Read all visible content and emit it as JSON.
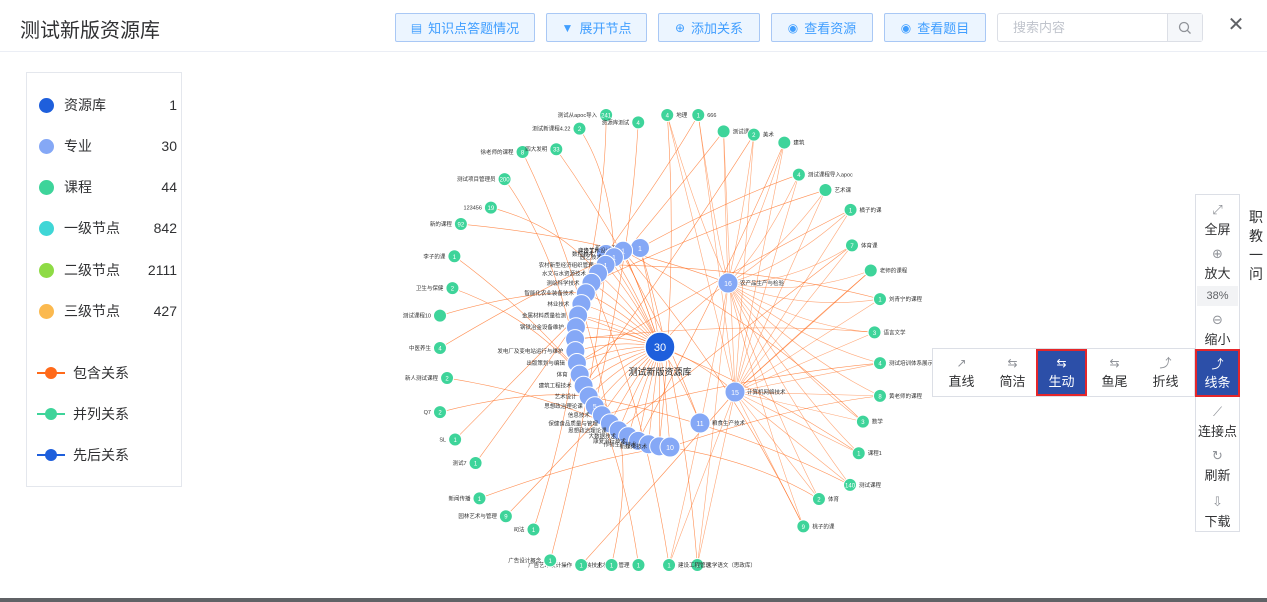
{
  "header": {
    "title": "测试新版资源库",
    "buttons": [
      {
        "label": "知识点答题情况",
        "icon": "document-icon"
      },
      {
        "label": "展开节点",
        "icon": "caret-down-icon"
      },
      {
        "label": "添加关系",
        "icon": "plus-circle-icon"
      },
      {
        "label": "查看资源",
        "icon": "eye-icon"
      },
      {
        "label": "查看题目",
        "icon": "eye-icon"
      }
    ],
    "search": {
      "placeholder": "搜索内容",
      "value": ""
    },
    "close_icon": "close-icon"
  },
  "legend": {
    "nodes": [
      {
        "label": "资源库",
        "count": "1",
        "color": "#1e5fdc"
      },
      {
        "label": "专业",
        "count": "30",
        "color": "#85a8f6"
      },
      {
        "label": "课程",
        "count": "44",
        "color": "#3ed49a"
      },
      {
        "label": "一级节点",
        "count": "842",
        "color": "#3fd6d6"
      },
      {
        "label": "二级节点",
        "count": "2111",
        "color": "#8edb45"
      },
      {
        "label": "三级节点",
        "count": "427",
        "color": "#fbb94f"
      }
    ],
    "relations": [
      {
        "label": "包含关系",
        "color": "#ff6a1a"
      },
      {
        "label": "并列关系",
        "color": "#3ed49a"
      },
      {
        "label": "先后关系",
        "color": "#1e5fdc"
      }
    ]
  },
  "graph": {
    "center": {
      "label": "30",
      "caption": "测试新版资源库"
    },
    "majors": [
      {
        "label": "1",
        "name": "现代教育技术"
      },
      {
        "label": "2",
        "name": "建设工程管理"
      },
      {
        "label": "1",
        "name": "数控技术"
      },
      {
        "label": "1",
        "name": "广告艺术设计"
      },
      {
        "label": "1",
        "name": "园艺技术"
      },
      {
        "label": "1",
        "name": "农村新型经济组织管理"
      },
      {
        "label": "",
        "name": "水文与水资源技术"
      },
      {
        "label": "",
        "name": "测绘科学技术"
      },
      {
        "label": "",
        "name": "智能化农业装备技术"
      },
      {
        "label": "",
        "name": "林业技术"
      },
      {
        "label": "",
        "name": "金属材料质量检测"
      },
      {
        "label": "",
        "name": "钢铁冶金设备维护"
      },
      {
        "label": "",
        "name": ""
      },
      {
        "label": "",
        "name": "发电厂及变电站运行与维护"
      },
      {
        "label": "",
        "name": "出版策划与编辑"
      },
      {
        "label": "",
        "name": "体育"
      },
      {
        "label": "",
        "name": "建筑工程技术"
      },
      {
        "label": "",
        "name": "艺术设计"
      },
      {
        "label": "5",
        "name": "思想政治理论课"
      },
      {
        "label": "",
        "name": "信息技术"
      },
      {
        "label": "",
        "name": "保健食品质量与管理"
      },
      {
        "label": "",
        "name": "思想政治理论课"
      },
      {
        "label": "",
        "name": "大数据技术"
      },
      {
        "label": "",
        "name": "康复治疗技术"
      },
      {
        "label": "",
        "name": "作物生产技术"
      },
      {
        "label": "",
        "name": "新媒体技术"
      },
      {
        "label": "10",
        "name": ""
      },
      {
        "label": "11",
        "name": "粮食生产技术"
      },
      {
        "label": "15",
        "name": "计算机网络技术"
      },
      {
        "label": "16",
        "name": "农产品生产与检验"
      }
    ],
    "courses": [
      {
        "label": "1",
        "name": "大学语文（思政库）"
      },
      {
        "label": "1",
        "name": "建设工程管理"
      },
      {
        "label": "1",
        "name": "土木工程管理"
      },
      {
        "label": "1",
        "name": "服装技术"
      },
      {
        "label": "1",
        "name": "广告艺术设计操作"
      },
      {
        "label": "1",
        "name": "广告设计概念"
      },
      {
        "label": "1",
        "name": "司法"
      },
      {
        "label": "9",
        "name": "园林艺术与管理"
      },
      {
        "label": "1",
        "name": "新闻传播"
      },
      {
        "label": "1",
        "name": "测试7"
      },
      {
        "label": "1",
        "name": "SL"
      },
      {
        "label": "2",
        "name": "Q7"
      },
      {
        "label": "2",
        "name": "新人测试课程"
      },
      {
        "label": "4",
        "name": "中医养生"
      },
      {
        "label": "",
        "name": "测试课程10"
      },
      {
        "label": "2",
        "name": "卫生与保健"
      },
      {
        "label": "1",
        "name": "李子的课"
      },
      {
        "label": "92",
        "name": "新的课程"
      },
      {
        "label": "19",
        "name": "123456"
      },
      {
        "label": "200",
        "name": "测试项目管理员"
      },
      {
        "label": "8",
        "name": "徐老师的课程"
      },
      {
        "label": "33",
        "name": "四大发明"
      },
      {
        "label": "2",
        "name": "测试新课程4.22"
      },
      {
        "label": "241",
        "name": "测试从apoc导入"
      },
      {
        "label": "4",
        "name": "资源库测试"
      },
      {
        "label": "4",
        "name": "地理"
      },
      {
        "label": "1",
        "name": "666"
      },
      {
        "label": "",
        "name": "测试课程"
      },
      {
        "label": "2",
        "name": "美术"
      },
      {
        "label": "",
        "name": "建筑"
      },
      {
        "label": "4",
        "name": "测试课程导入apoc"
      },
      {
        "label": "",
        "name": "艺术课"
      },
      {
        "label": "1",
        "name": "橘子的课"
      },
      {
        "label": "7",
        "name": "体育课"
      },
      {
        "label": "",
        "name": "老师的课程"
      },
      {
        "label": "1",
        "name": "刘青宁的课程"
      },
      {
        "label": "3",
        "name": "语言文学"
      },
      {
        "label": "4",
        "name": "测试培训体系展示1"
      },
      {
        "label": "8",
        "name": "黄老师的课程"
      },
      {
        "label": "3",
        "name": "数学"
      },
      {
        "label": "1",
        "name": "课程1"
      },
      {
        "label": "140",
        "name": "测试课程"
      },
      {
        "label": "2",
        "name": "体育"
      },
      {
        "label": "9",
        "name": "桃子的课"
      }
    ]
  },
  "zoom_toolbar": {
    "fullscreen": "全屏",
    "zoom_in": "放大",
    "zoom_level": "38%",
    "zoom_out": "缩小",
    "line_style": "线条",
    "connect_points": "连接点",
    "refresh": "刷新",
    "download": "下载"
  },
  "line_styles": [
    {
      "label": "直线",
      "active": false
    },
    {
      "label": "简洁",
      "active": false
    },
    {
      "label": "生动",
      "active": true
    },
    {
      "label": "鱼尾",
      "active": false
    },
    {
      "label": "折线",
      "active": false
    }
  ],
  "side_text": [
    "职",
    "教",
    "一",
    "问"
  ]
}
